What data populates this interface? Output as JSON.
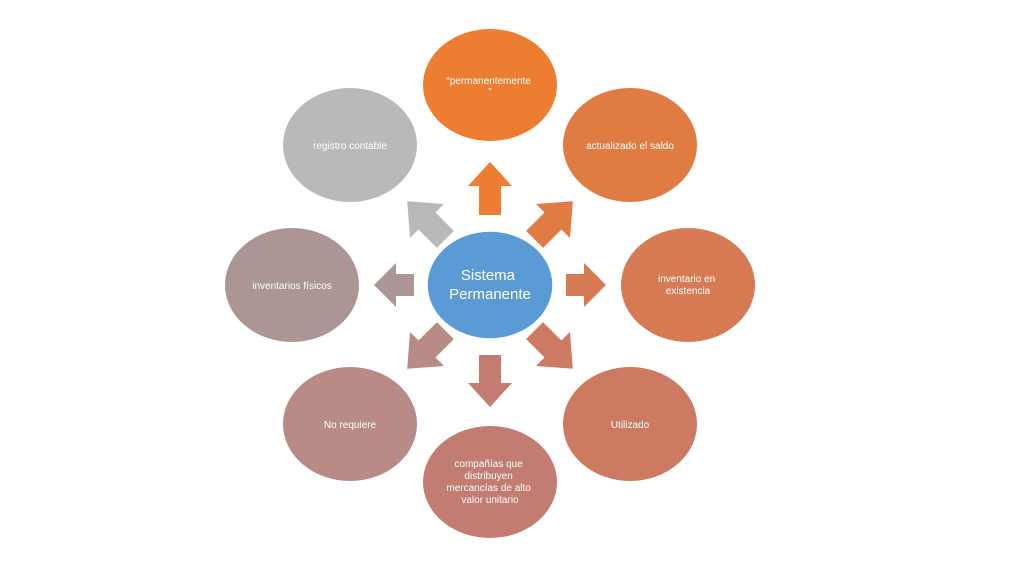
{
  "center": {
    "lines": [
      "Sistema",
      "Permanente"
    ],
    "color": "#5b9bd5"
  },
  "nodes": [
    {
      "id": "top",
      "lines": [
        "“permanentemente",
        "”"
      ],
      "color": "#ed7d31"
    },
    {
      "id": "top-right",
      "lines": [
        "actualizado el saldo"
      ],
      "color": "#e07b42"
    },
    {
      "id": "right",
      "lines": [
        "inventario en",
        "existencia"
      ],
      "color": "#d77b55"
    },
    {
      "id": "bottom-right",
      "lines": [
        "Utilizado"
      ],
      "color": "#cd7a63"
    },
    {
      "id": "bottom",
      "lines": [
        "compañías que",
        "distribuyen",
        "mercancías de alto",
        "valor unitario"
      ],
      "color": "#c27c72"
    },
    {
      "id": "bottom-left",
      "lines": [
        "No requiere"
      ],
      "color": "#b98b86"
    },
    {
      "id": "left",
      "lines": [
        "inventarios físicos"
      ],
      "color": "#ab9695"
    },
    {
      "id": "top-left",
      "lines": [
        "registro contable"
      ],
      "color": "#b9b9b9"
    }
  ]
}
